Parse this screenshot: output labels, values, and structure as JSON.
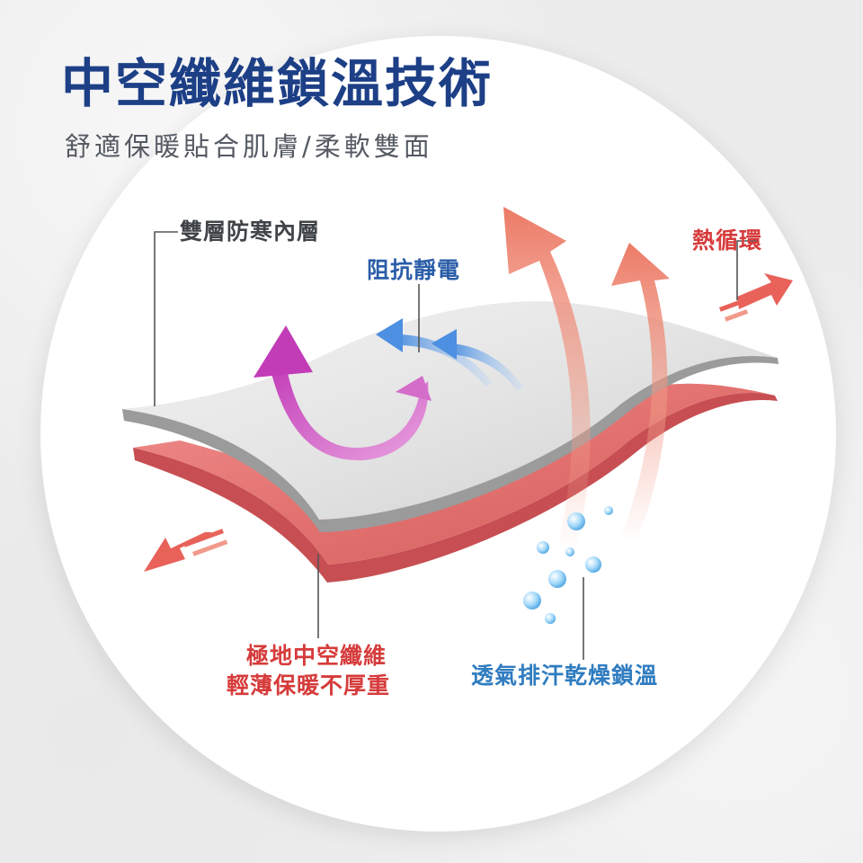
{
  "header": {
    "title": "中空纖維鎖溫技術",
    "subtitle": "舒適保暖貼合肌膚/柔軟雙面"
  },
  "labels": {
    "double_layer": "雙層防寒內層",
    "anti_static": "阻抗靜電",
    "heat_cycle": "熱循環",
    "fiber_line1": "極地中空纖維",
    "fiber_line2": "輕薄保暖不厚重",
    "breathable": "透氣排汗乾燥鎖溫"
  },
  "colors": {
    "title_blue": "#1d3f86",
    "top_layer": "#e2e2e2",
    "bottom_layer": "#e97a7c",
    "heat_arrow": "#ec7a66",
    "magenta_arrow": "#c93fb8",
    "blue_arrow": "#5a98e0",
    "bubble": "#7fc2ef"
  },
  "icons": [
    "up-heat-arrow",
    "swirl-arrow",
    "wind-arrow",
    "outward-arrow",
    "water-bubble"
  ]
}
